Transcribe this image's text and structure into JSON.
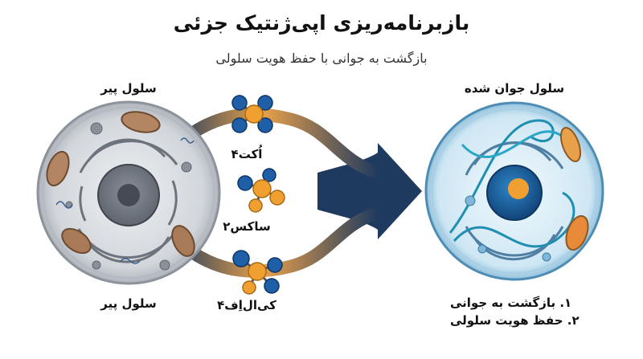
{
  "title": "بازبرنامه‌ریزی اپی‌ژنتیک جزئی",
  "subtitle": "بازگشت به جوانی با حفظ هویت سلولی",
  "old_cell": {
    "label_top": "سلول پیر",
    "label_bottom": "سلول پیر"
  },
  "young_cell": {
    "label": "سلول جوان شده"
  },
  "factors": [
    {
      "label": "اُکت۴"
    },
    {
      "label": "ساکس۲"
    },
    {
      "label": "کی‌ال‌اِف۴"
    }
  ],
  "outcomes": [
    "۱. بازگشت به جوانی",
    "۲. حفظ هویت سلولی"
  ],
  "colors": {
    "arrow_dark": "#1f3a5f",
    "arrow_orange": "#e8a14a",
    "molecule_blue": "#1f5fa8",
    "molecule_orange": "#f0a030",
    "old_cell_fill": "#d9dde2",
    "young_cell_fill": "#d6ecf7",
    "dna_teal": "#1e8fb0"
  }
}
